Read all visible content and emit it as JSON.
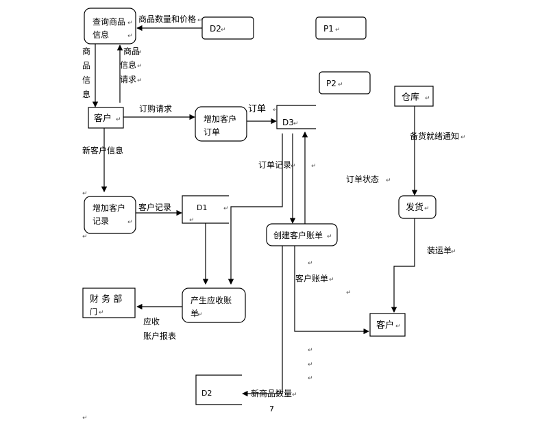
{
  "nodes": {
    "query_product": {
      "line1": "查询商品",
      "line2": "信息"
    },
    "customer_top": {
      "label": "客户"
    },
    "add_order": {
      "line1": "增加客户",
      "line2": "订单"
    },
    "add_customer_record": {
      "line1": "增加客户",
      "line2": "记录"
    },
    "generate_receivable": {
      "line1": "产生应收账",
      "line2": "单"
    },
    "finance": {
      "line1": "财 务 部",
      "line2": "门"
    },
    "create_bill": {
      "label": "创建客户账单"
    },
    "warehouse": {
      "label": "仓库"
    },
    "shipping": {
      "label": "发货"
    },
    "customer_bottom": {
      "label": "客户"
    },
    "d2_top": {
      "label": "D2"
    },
    "p1": {
      "label": "P1"
    },
    "p2": {
      "label": "P2"
    },
    "d3": {
      "label": "D3"
    },
    "d1": {
      "label": "D1"
    },
    "d2_bottom": {
      "label": "D2"
    }
  },
  "flows": {
    "qty_price": "商品数量和价格",
    "product_info_vertical": [
      "商",
      "品",
      "信",
      "息"
    ],
    "product_request": [
      "商品",
      "信息",
      "请求"
    ],
    "order_request": "订购请求",
    "order": "订单",
    "new_customer_info": "新客户信息",
    "customer_record": "客户记录",
    "order_record": "订单记录",
    "order_status": "订单状态",
    "ready_notice": "备货就绪通知",
    "shipping_note": "装运单",
    "customer_bill": "客户账单",
    "receivable_report": [
      "应收",
      "账户报表"
    ],
    "new_product_qty": "新商品数量"
  },
  "page_number": "7"
}
